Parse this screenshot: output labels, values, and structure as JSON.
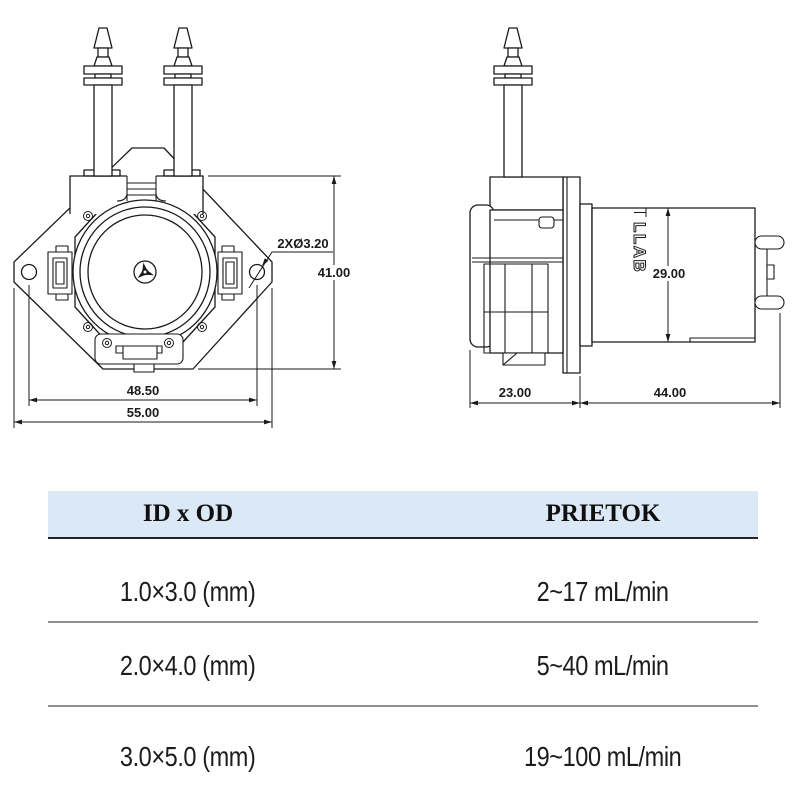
{
  "drawing": {
    "line_color": "#1a1a1a",
    "front_view": {
      "name": "pump front view",
      "dims": {
        "hole_spacing": "48.50",
        "overall_width": "55.00",
        "overall_height": "41.00",
        "hole_note": "2XØ3.20"
      }
    },
    "side_view": {
      "name": "pump side view",
      "dims": {
        "head_depth": "23.00",
        "motor_length": "44.00",
        "motor_diameter": "29.00"
      },
      "motor_brand_text": "LLAB"
    }
  },
  "table": {
    "header": {
      "col1": "ID x OD",
      "col2": "PRIETOK",
      "bg_color": "#dbe8f5"
    },
    "rows": [
      {
        "id_od": "1.0×3.0 (mm)",
        "flow": "2~17 mL/min"
      },
      {
        "id_od": "2.0×4.0 (mm)",
        "flow": "5~40 mL/min"
      },
      {
        "id_od": "3.0×5.0 (mm)",
        "flow": "19~100 mL/min"
      }
    ]
  }
}
